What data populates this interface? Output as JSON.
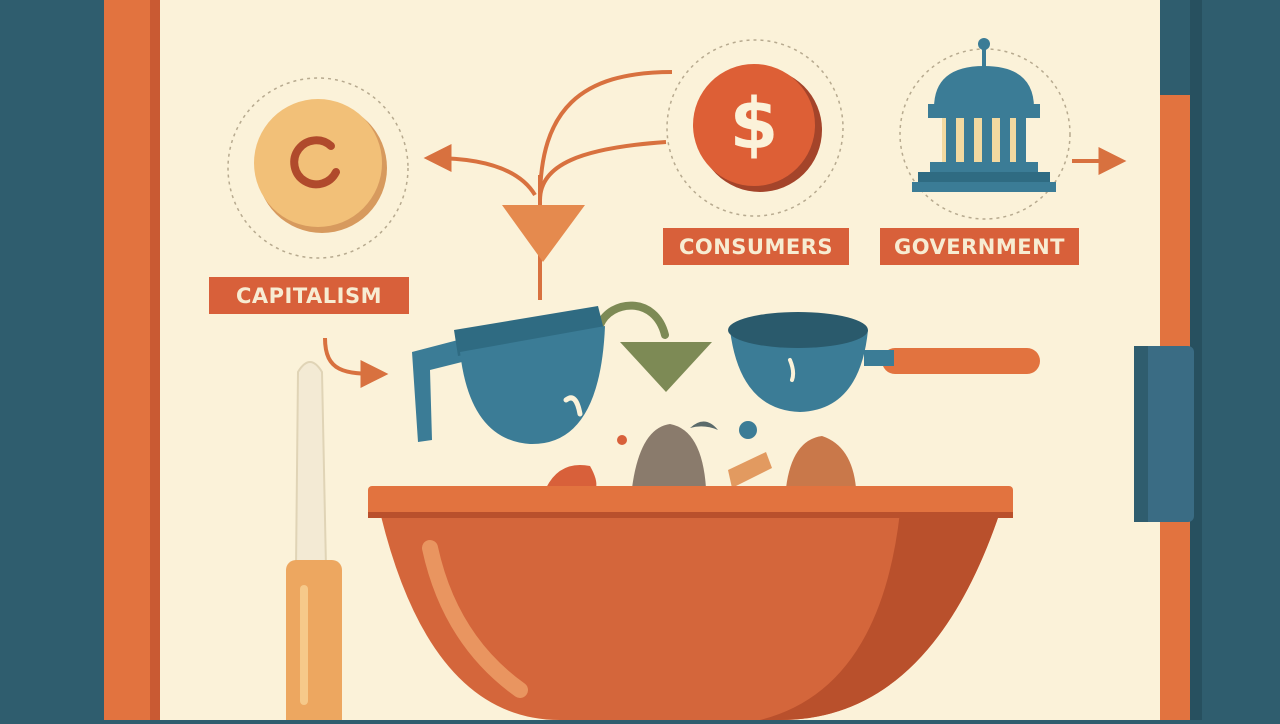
{
  "labels": {
    "capitalism": "CAPITALISM",
    "consumers": "CONSUMERS",
    "government": "GOVERNMENT"
  },
  "icons": {
    "capitalism": "coin-icon",
    "consumers": "dollar-coin-icon",
    "government": "government-building-icon"
  },
  "dollar_symbol": "$",
  "colors": {
    "background": "#2f5d6e",
    "paper": "#fbf2d9",
    "accent_orange": "#d8603a",
    "bowl": "#d4663b",
    "teal": "#3b7c96",
    "coin": "#f2c078",
    "green_arrow": "#7d8a55"
  }
}
